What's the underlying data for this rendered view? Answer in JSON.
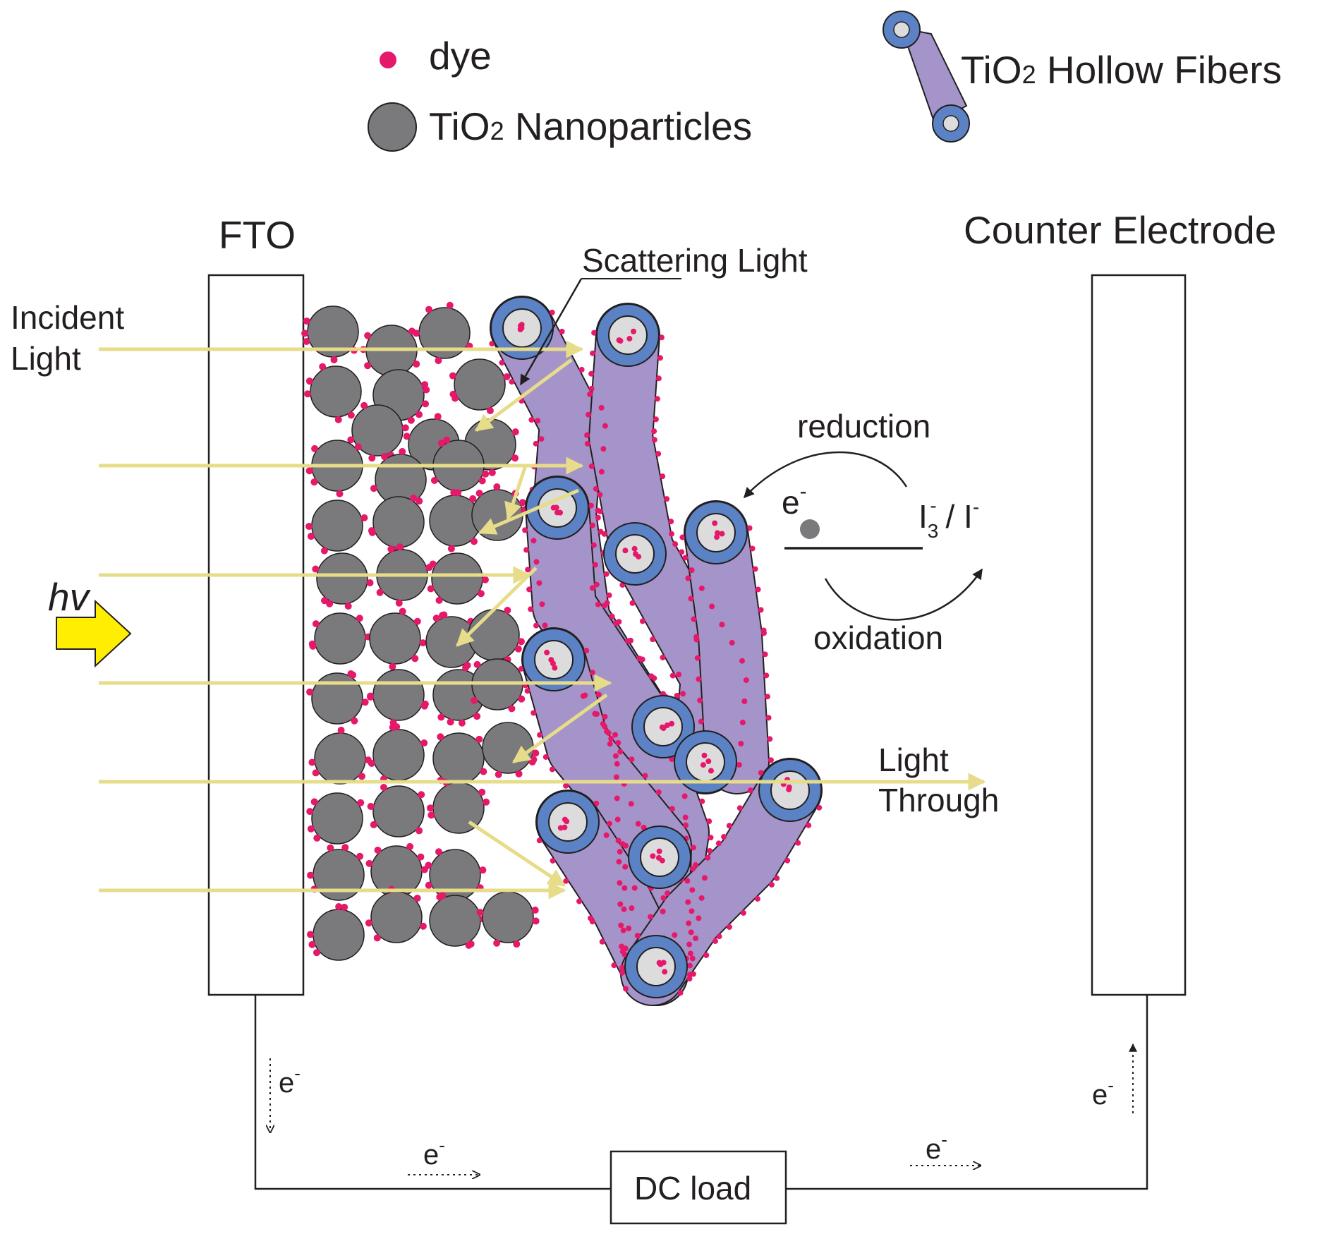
{
  "legend": {
    "dye": "dye",
    "nanoparticles_prefix": "TiO",
    "nanoparticles_sub": "2",
    "nanoparticles_suffix": " Nanoparticles",
    "fibers_prefix": "TiO",
    "fibers_sub": "2",
    "fibers_suffix": " Hollow Fibers"
  },
  "labels": {
    "fto": "FTO",
    "counter_electrode": "Counter Electrode",
    "scattering_light": "Scattering Light",
    "incident_light_1": "Incident",
    "incident_light_2": "Light",
    "hv": "hv",
    "reduction": "reduction",
    "oxidation": "oxidation",
    "electron": "e",
    "electron_sup": "-",
    "redox_i": "I",
    "redox_sub": "3",
    "redox_sup": "-",
    "redox_rest": " / I",
    "redox_sup2": "-",
    "light_through_1": "Light",
    "light_through_2": "Through",
    "dc_load": "DC load"
  },
  "colors": {
    "dye": "#e6186a",
    "nanoparticle": "#7a7a7c",
    "fiber_fill": "#a594c9",
    "fiber_ring": "#5b82c4",
    "fiber_core": "#dcdcdd",
    "light_arrow": "#e6dc8a",
    "hv_arrow": "#ffee00",
    "outline": "#231f20"
  }
}
